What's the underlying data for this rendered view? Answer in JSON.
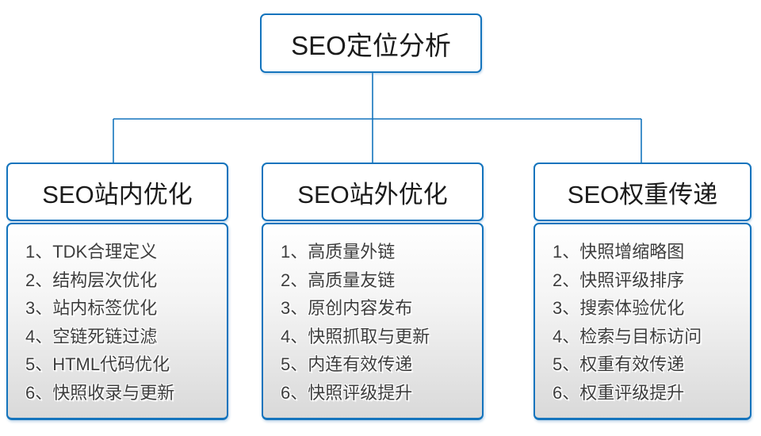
{
  "diagram": {
    "root": {
      "label": "SEO定位分析"
    },
    "branches": [
      {
        "title": "SEO站内优化",
        "items": [
          "1、TDK合理定义",
          "2、结构层次优化",
          "3、站内标签优化",
          "4、空链死链过滤",
          "5、HTML代码优化",
          "6、快照收录与更新"
        ]
      },
      {
        "title": "SEO站外优化",
        "items": [
          "1、高质量外链",
          "2、高质量友链",
          "3、原创内容发布",
          "4、快照抓取与更新",
          "5、内连有效传递",
          "6、快照评级提升"
        ]
      },
      {
        "title": "SEO权重传递",
        "items": [
          "1、快照增缩略图",
          "2、快照评级排序",
          "3、搜索体验优化",
          "4、检索与目标访问",
          "5、权重有效传递",
          "6、权重评级提升"
        ]
      }
    ],
    "colors": {
      "border_blue": "#1474bd",
      "connector_blue": "#1474bd",
      "list_gradient_top": "#ffffff",
      "list_gradient_bottom": "#d9d9d9",
      "list_text": "#3d3d3d",
      "title_text": "#1a1a1a"
    }
  }
}
